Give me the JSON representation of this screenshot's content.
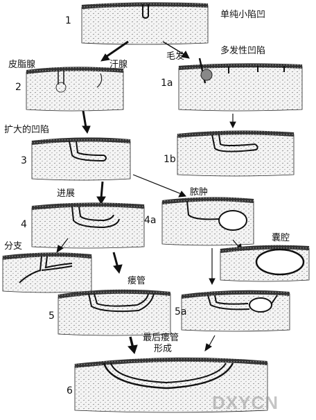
{
  "colors": {
    "ink": "#111111",
    "tissue": "#f3f3f3",
    "epithelium": "#2a2a2a",
    "watermark": "#9a9a9a"
  },
  "stages": [
    {
      "num": "1",
      "label": "单纯小陷凹"
    },
    {
      "num": "1a",
      "label": "多发性凹陷"
    },
    {
      "num": "1b",
      "label": ""
    },
    {
      "num": "2",
      "label": ""
    },
    {
      "num": "3",
      "label": "扩大的凹陷"
    },
    {
      "num": "4",
      "label": "进展"
    },
    {
      "num": "4a",
      "label": "脓肿"
    },
    {
      "num": "5",
      "label": "瘘管"
    },
    {
      "num": "5a",
      "label": ""
    },
    {
      "num": "6",
      "label": "最后瘘管形成"
    }
  ],
  "annotations": {
    "sebaceous": "皮脂腺",
    "sweat": "汗腺",
    "hair": "毛发",
    "branch": "分支",
    "cyst_cavity": "囊腔",
    "final_line1": "最后瘘管",
    "final_line2": "形成"
  },
  "watermark": "DXYCN"
}
